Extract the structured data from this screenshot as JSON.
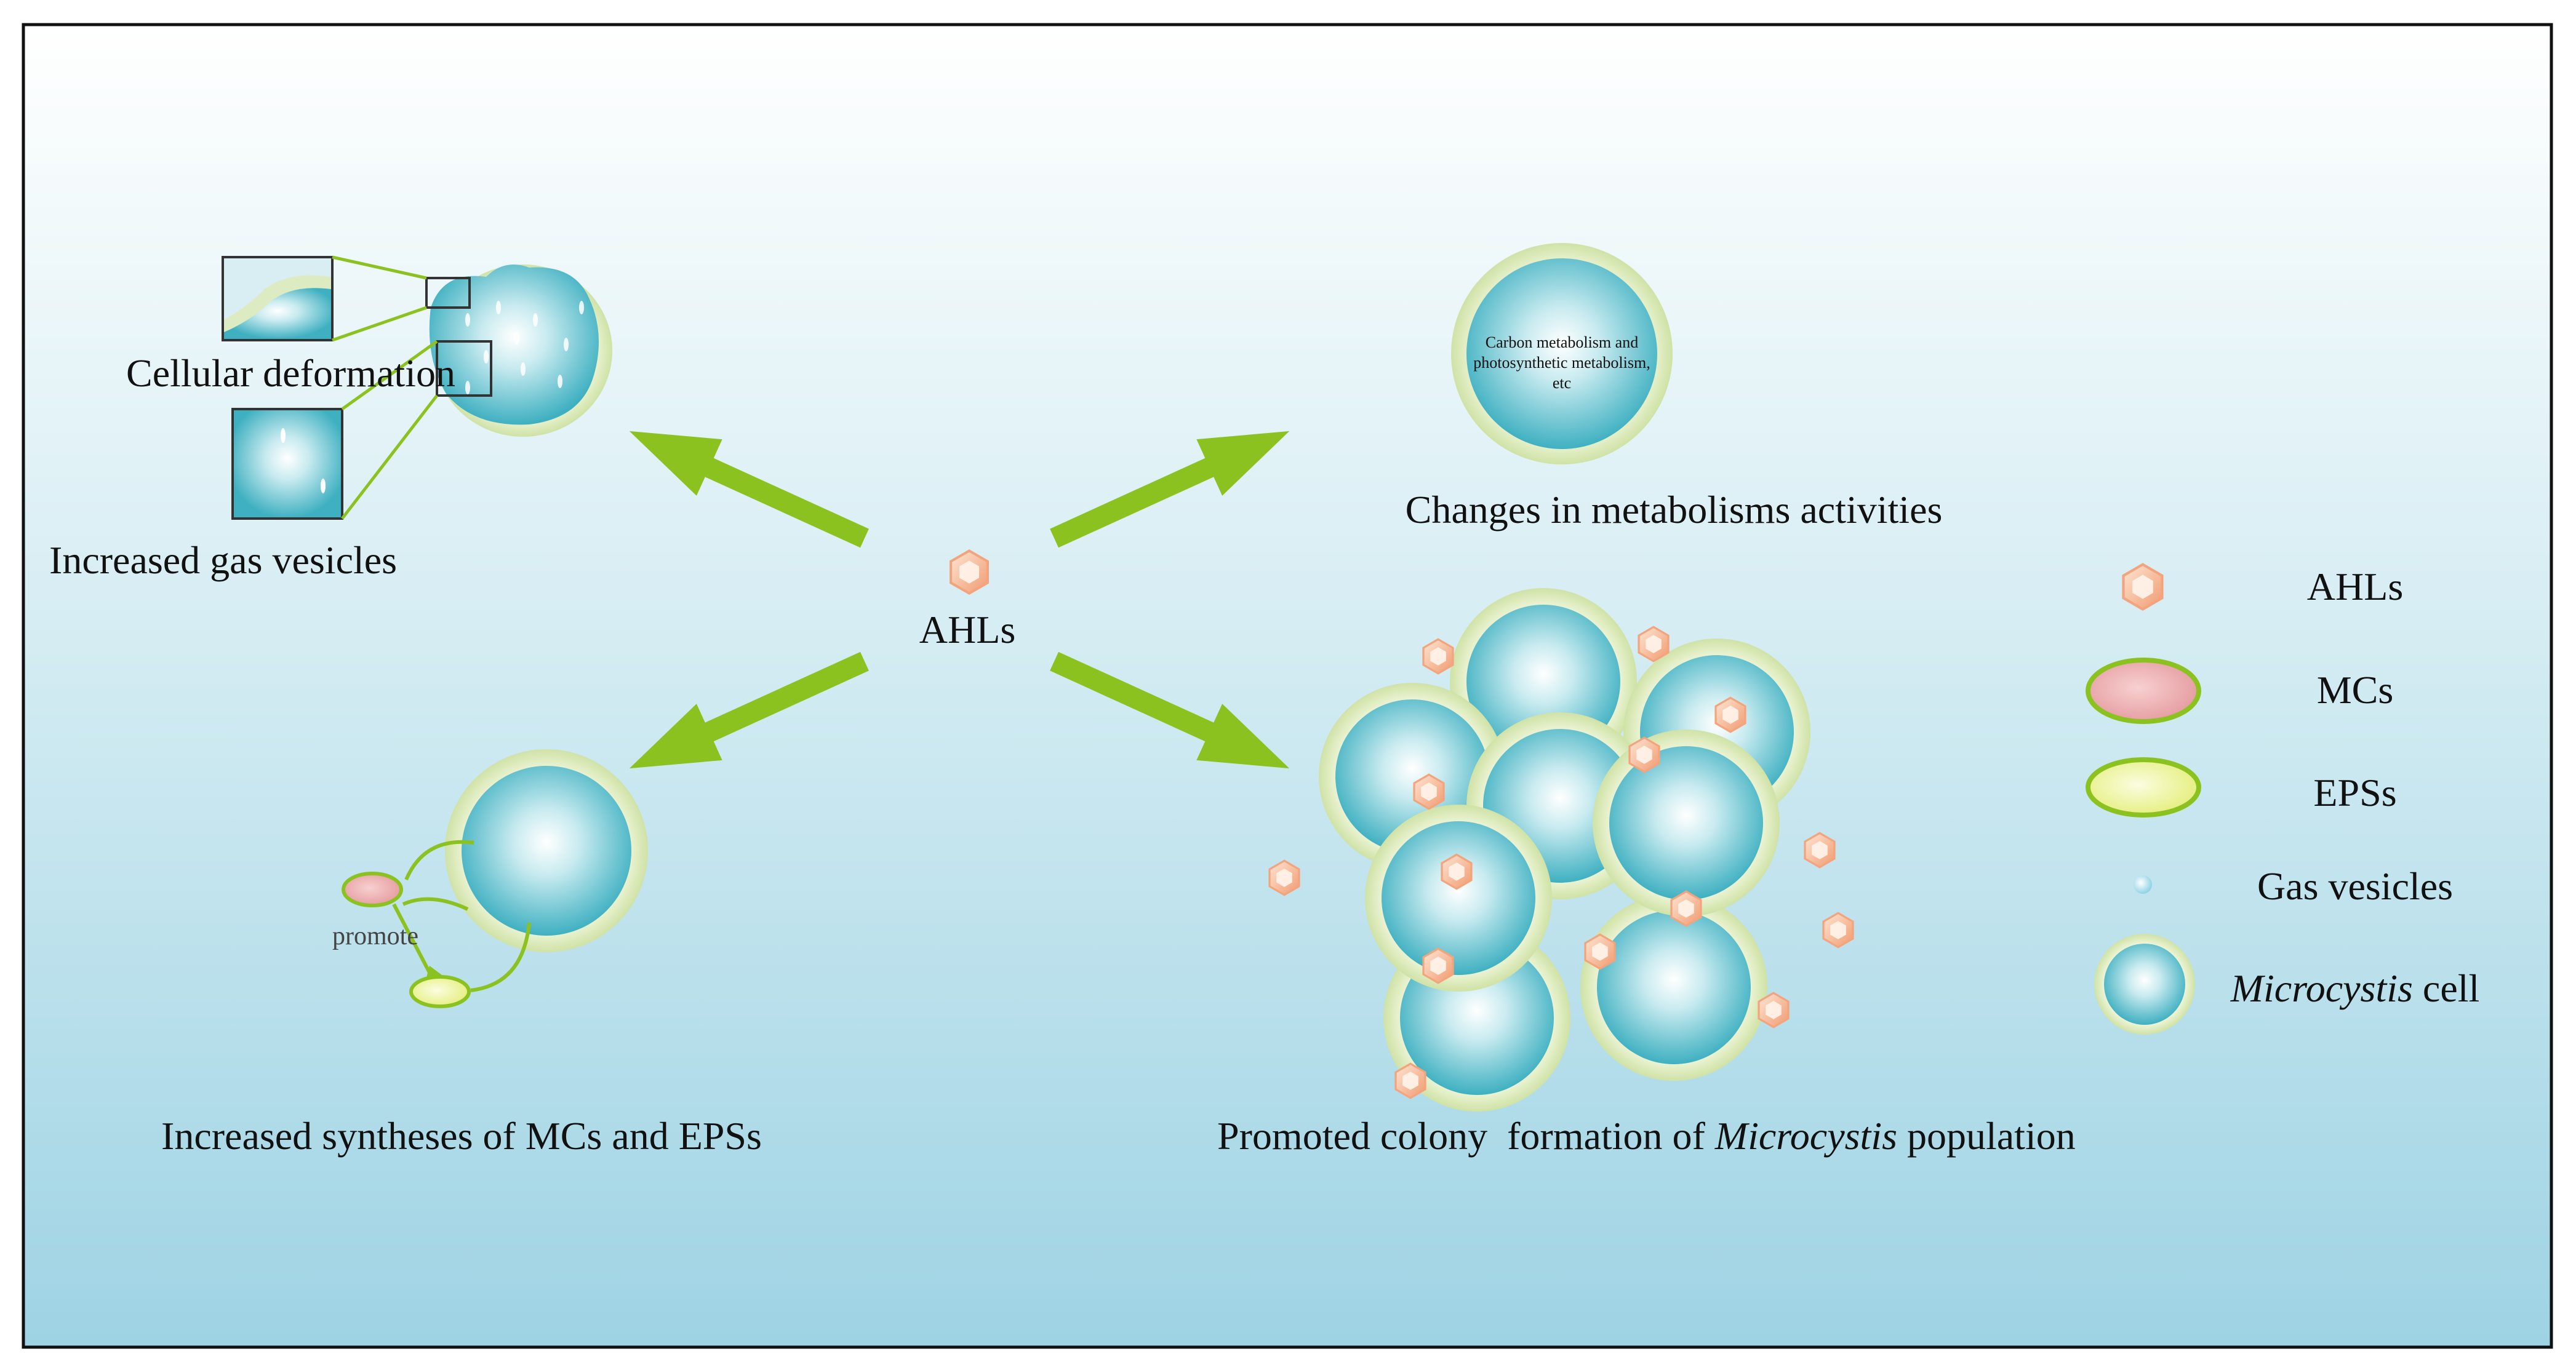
{
  "center": {
    "label": "AHLs"
  },
  "effects": {
    "deformation": {
      "label": "Cellular deformation"
    },
    "gas_vesicles": {
      "label": "Increased gas vesicles"
    },
    "metabolism": {
      "label": "Changes in metabolisms activities",
      "cell_text_line1": "Carbon metabolism and",
      "cell_text_line2": "photosynthetic metabolism,",
      "cell_text_line3": "etc"
    },
    "syntheses": {
      "label": "Increased syntheses of MCs and EPSs",
      "promote_label": "promote"
    },
    "colony": {
      "label_part1": "Promoted colony  formation of ",
      "label_italic": "Microcystis",
      "label_part2": " population"
    }
  },
  "legend": {
    "ahl": "AHLs",
    "mcs": "MCs",
    "eps": "EPSs",
    "gas": "Gas vesicles",
    "cell_italic": "Microcystis",
    "cell_rest": " cell"
  },
  "colors": {
    "arrow": "#8cc21f",
    "cell_core": "#4fb6c6",
    "cell_ring": "#dcebc1",
    "mc_fill": "#e9a9a9",
    "mc_stroke": "#8cc21f",
    "eps_fill": "#f0f59a",
    "ahl_fill": "#f6b08a"
  }
}
